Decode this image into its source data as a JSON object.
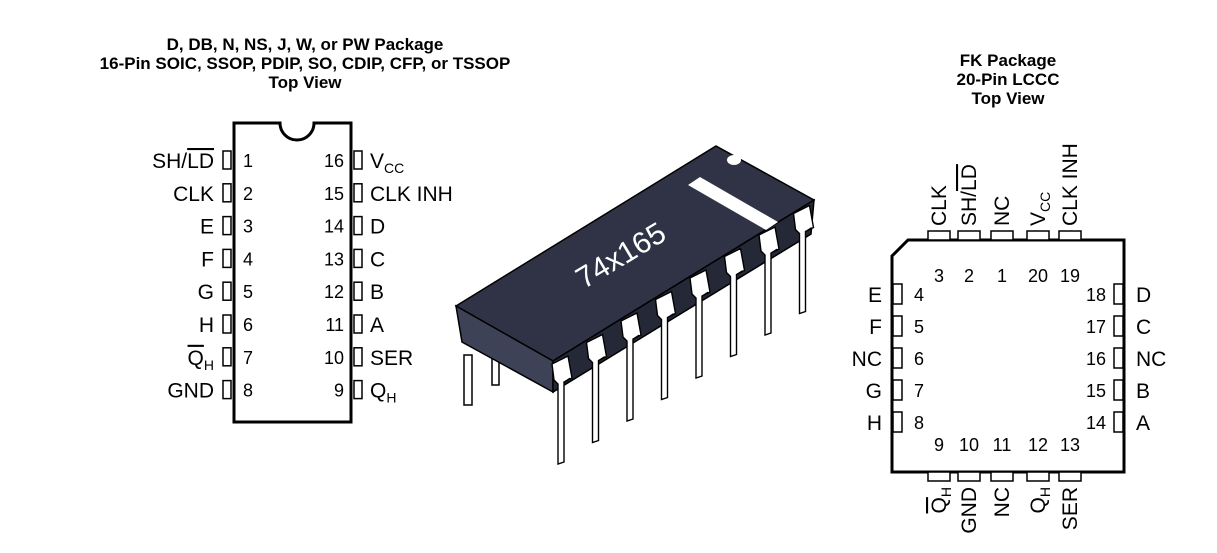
{
  "left": {
    "title_line1": "D, DB, N, NS, J, W, or PW Package",
    "title_line2": "16-Pin SOIC, SSOP, PDIP, SO, CDIP, CFP, or TSSOP",
    "title_line3": "Top View",
    "pins_left": [
      {
        "num": "1",
        "main": "SH/",
        "over": "LD",
        "sub": ""
      },
      {
        "num": "2",
        "main": "CLK",
        "over": "",
        "sub": ""
      },
      {
        "num": "3",
        "main": "E",
        "over": "",
        "sub": ""
      },
      {
        "num": "4",
        "main": "F",
        "over": "",
        "sub": ""
      },
      {
        "num": "5",
        "main": "G",
        "over": "",
        "sub": ""
      },
      {
        "num": "6",
        "main": "H",
        "over": "",
        "sub": ""
      },
      {
        "num": "7",
        "main": "",
        "over": "Q",
        "sub": "H"
      },
      {
        "num": "8",
        "main": "GND",
        "over": "",
        "sub": ""
      }
    ],
    "pins_right": [
      {
        "num": "16",
        "main": "V",
        "sub": "CC"
      },
      {
        "num": "15",
        "main": "CLK INH",
        "sub": ""
      },
      {
        "num": "14",
        "main": "D",
        "sub": ""
      },
      {
        "num": "13",
        "main": "C",
        "sub": ""
      },
      {
        "num": "12",
        "main": "B",
        "sub": ""
      },
      {
        "num": "11",
        "main": "A",
        "sub": ""
      },
      {
        "num": "10",
        "main": "SER",
        "sub": ""
      },
      {
        "num": "9",
        "main": "Q",
        "sub": "H"
      }
    ]
  },
  "center": {
    "chip_marking": "74x165"
  },
  "right": {
    "title_line1": "FK Package",
    "title_line2": "20-Pin LCCC",
    "title_line3": "Top View",
    "top_pins": [
      {
        "num": "3",
        "main": "CLK",
        "over": "",
        "sub": ""
      },
      {
        "num": "2",
        "main": "SH/",
        "over": "LD",
        "sub": ""
      },
      {
        "num": "1",
        "main": "NC",
        "over": "",
        "sub": ""
      },
      {
        "num": "20",
        "main": "V",
        "over": "",
        "sub": "CC"
      },
      {
        "num": "19",
        "main": "CLK INH",
        "over": "",
        "sub": ""
      }
    ],
    "left_pins": [
      {
        "num": "4",
        "main": "E"
      },
      {
        "num": "5",
        "main": "F"
      },
      {
        "num": "6",
        "main": "NC"
      },
      {
        "num": "7",
        "main": "G"
      },
      {
        "num": "8",
        "main": "H"
      }
    ],
    "right_pins": [
      {
        "num": "18",
        "main": "D"
      },
      {
        "num": "17",
        "main": "C"
      },
      {
        "num": "16",
        "main": "NC"
      },
      {
        "num": "15",
        "main": "B"
      },
      {
        "num": "14",
        "main": "A"
      }
    ],
    "bottom_pins": [
      {
        "num": "9",
        "main": "",
        "over": "Q",
        "sub": "H"
      },
      {
        "num": "10",
        "main": "GND",
        "over": "",
        "sub": ""
      },
      {
        "num": "11",
        "main": "NC",
        "over": "",
        "sub": ""
      },
      {
        "num": "12",
        "main": "Q",
        "over": "",
        "sub": "H"
      },
      {
        "num": "13",
        "main": "SER",
        "over": "",
        "sub": ""
      }
    ]
  }
}
